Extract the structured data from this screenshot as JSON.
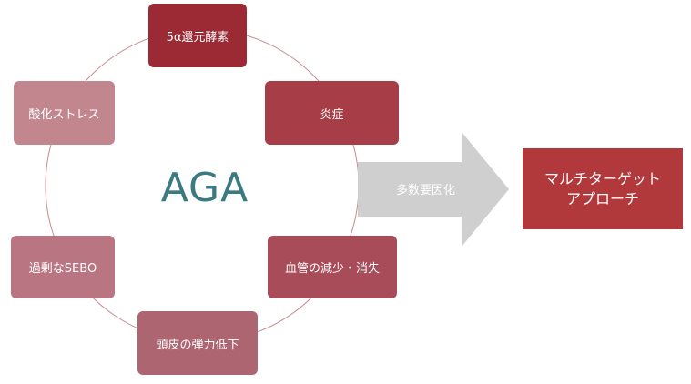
{
  "center": {
    "label": "AGA"
  },
  "factors": [
    {
      "label": "5α還元酵素",
      "color": "#9b2a34"
    },
    {
      "label": "炎症",
      "color": "#a73d47"
    },
    {
      "label": "血管の減少・消失",
      "color": "#a84c59"
    },
    {
      "label": "頭皮の弾力低下",
      "color": "#ae6572"
    },
    {
      "label": "過剰なSEBO",
      "color": "#b97582"
    },
    {
      "label": "酸化ストレス",
      "color": "#c2868f"
    }
  ],
  "arrow": {
    "label": "多数要因化",
    "color": "#cfcfcf"
  },
  "result": {
    "line1": "マルチターゲット",
    "line2": "アプローチ",
    "color": "#b1393c"
  },
  "ring_color": "#c9898e"
}
